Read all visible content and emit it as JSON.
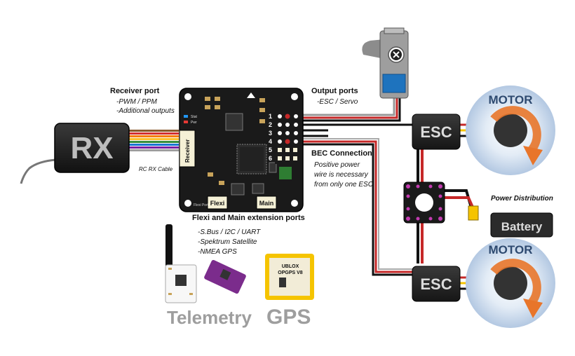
{
  "rx": {
    "label": "RX",
    "cable_label": "RC RX Cable"
  },
  "receiver_port": {
    "title": "Receiver port",
    "line1": "-PWM / PPM",
    "line2": "-Additional outputs"
  },
  "board": {
    "receiver_label": "Receiver",
    "flexi_label": "Flexi",
    "main_label": "Main",
    "flexi_port_label": "Flexi Port",
    "status_label": "Stat",
    "power_label": "Pwr",
    "output_numbers": [
      "1",
      "2",
      "3",
      "4",
      "5",
      "6"
    ]
  },
  "output_ports": {
    "title": "Output ports",
    "line1": "-ESC / Servo"
  },
  "bec": {
    "title": "BEC Connection",
    "line1": "Positive power",
    "line2": "wire is necessary",
    "line3": "from only one ESC"
  },
  "extension": {
    "title": "Flexi and Main extension ports",
    "line1": "-S.Bus / I2C / UART",
    "line2": "-Spektrum Satellite",
    "line3": "-NMEA GPS"
  },
  "esc_top": {
    "label": "ESC"
  },
  "esc_bottom": {
    "label": "ESC"
  },
  "motor_top": {
    "label": "MOTOR"
  },
  "motor_bottom": {
    "label": "MOTOR"
  },
  "power_distribution": {
    "title": "Power Distribution"
  },
  "battery": {
    "label": "Battery"
  },
  "gps_module": {
    "line1": "UBLOX",
    "line2": "OPGPS V8"
  },
  "telemetry": {
    "label": "Telemetry"
  },
  "gps": {
    "label": "GPS"
  },
  "colors": {
    "board": "#1a1a1a",
    "wire_red": "#c62828",
    "wire_black": "#111111",
    "servo_blue": "#1e73be",
    "motor_orange": "#e8752a",
    "motor_ring": "#b9cde4",
    "pd_magenta": "#c23bb0",
    "connector_yellow": "#f5c400",
    "telemetry_purple": "#7b2c8c"
  }
}
